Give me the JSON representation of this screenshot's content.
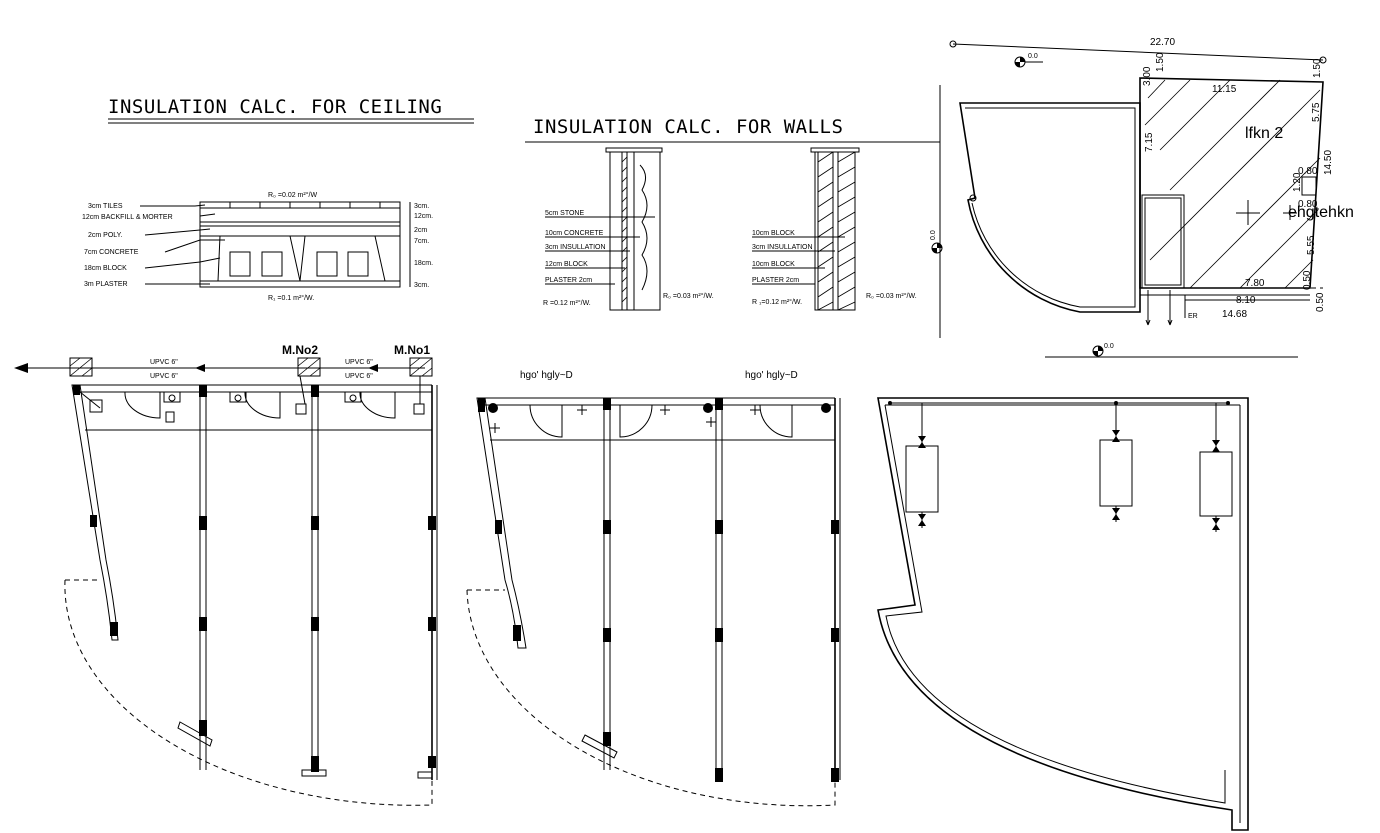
{
  "ceiling": {
    "title": "INSULATION CALC. FOR CEILING",
    "r0": "R₀ =0.02 m²°/W",
    "r1": "R₁ =0.1 m²°/W.",
    "layers": [
      "3cm TILES",
      "12cm BACKFILL & MORTER",
      "2cm POLY.",
      "7cm CONCRETE",
      "18cm BLOCK",
      "3m PLASTER"
    ],
    "dims": [
      "3cm.",
      "12cm.",
      "2cm",
      "7cm.",
      "18cm.",
      "3cm."
    ]
  },
  "walls": {
    "title": "INSULATION CALC. FOR WALLS",
    "wall1_layers": [
      "5cm STONE",
      "10cm CONCRETE",
      "3cm INSULLATION",
      "12cm BLOCK",
      "PLASTER 2cm"
    ],
    "wall1_r": "R =0.12 m²°/W.",
    "wall1_r0": "R₀ =0.03 m²°/W.",
    "wall2_layers": [
      "10cm BLOCK",
      "3cm INSULLATION",
      "10cm BLOCK",
      "PLASTER 2cm"
    ],
    "wall2_r": "R ₁=0.12 m²°/W.",
    "wall2_r0": "R₀ =0.03 m²°/W."
  },
  "site": {
    "dims": {
      "top": "22.70",
      "d1": "3.00",
      "d2": "1.50",
      "d3": "1.50",
      "d4": "11.15",
      "d5": "7.15",
      "d6": "5.75",
      "d7": "14.50",
      "d8": "0.80",
      "d9": "1.20",
      "d10": "0.80",
      "d11": "5.55",
      "d12": "7.80",
      "d13": "8.10",
      "d14": "0.50",
      "d15": "14.68",
      "d16": "0.50"
    },
    "level": "0.0",
    "label_main": "lfkn 2",
    "label_side": "ehgtehkn",
    "label_er": "ER"
  },
  "plans": {
    "manhole_1": "M.No1",
    "manhole_2": "M.No2",
    "pipe_label_a": "UPVC 6\"",
    "pipe_label_b": "UPVC 6\"",
    "pipe_label_c": "UPVC 6\"",
    "pipe_label_d": "UPVC 6\"",
    "room_label_1": "hgo' hgly~D",
    "room_label_2": "hgo' hgly~D"
  }
}
